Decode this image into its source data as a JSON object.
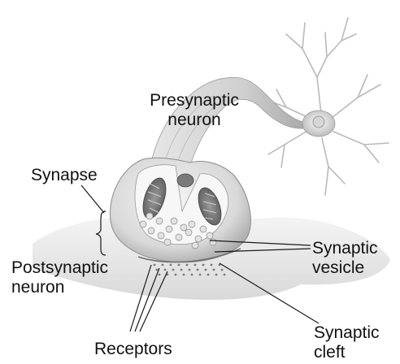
{
  "labels": {
    "presynaptic": {
      "line1": "Presynaptic",
      "line2": "neuron"
    },
    "synapse": "Synapse",
    "postsynaptic": {
      "line1": "Postsynaptic",
      "line2": "neuron"
    },
    "vesicle": {
      "line1": "Synaptic",
      "line2": "vesicle"
    },
    "receptors": "Receptors",
    "cleft": {
      "line1": "Synaptic",
      "line2": "cleft"
    }
  },
  "colors": {
    "line": "#1a1a1a",
    "tissue_light": "#eeeeee",
    "tissue_mid": "#c8c8c8",
    "tissue_dark": "#8a8a8a"
  }
}
